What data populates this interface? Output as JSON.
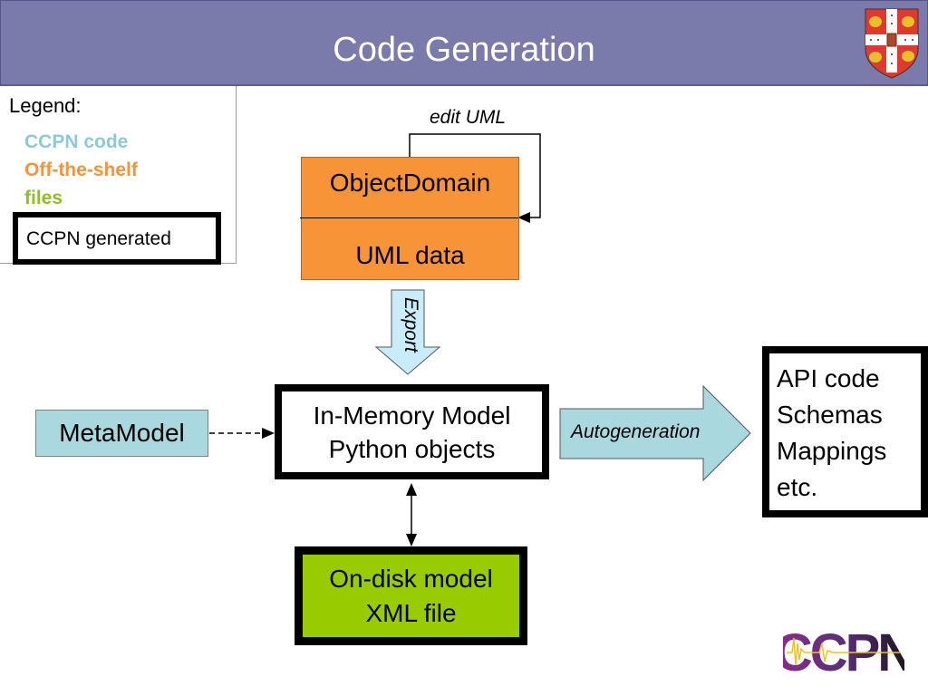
{
  "header": {
    "title": "Code Generation",
    "background_color": "#7b7bab",
    "crest_icon": "university-coat-of-arms-icon"
  },
  "legend": {
    "title": "Legend:",
    "items": [
      {
        "label": "CCPN code",
        "color": "#8ccbd6"
      },
      {
        "label": "Off-the-shelf",
        "color": "#f79438"
      },
      {
        "label": "files",
        "color": "#8cc21a"
      }
    ],
    "generated_label": "CCPN generated"
  },
  "diagram": {
    "object_domain": {
      "title": "ObjectDomain",
      "subtitle": "UML data",
      "color": "#f79438"
    },
    "edit_label": "edit UML",
    "export_label": "Export",
    "metamodel": {
      "label": "MetaModel",
      "color": "#a9d8df"
    },
    "in_memory": {
      "line1": "In-Memory Model",
      "line2": "Python objects"
    },
    "autogeneration_label": "Autogeneration",
    "outputs": [
      "API code",
      "Schemas",
      "Mappings",
      "etc."
    ],
    "on_disk": {
      "line1": "On-disk model",
      "line2": "XML file",
      "color": "#99cc00"
    }
  },
  "footer": {
    "logo_text": "CCPN",
    "logo_icon": "ccpn-logo-icon"
  }
}
